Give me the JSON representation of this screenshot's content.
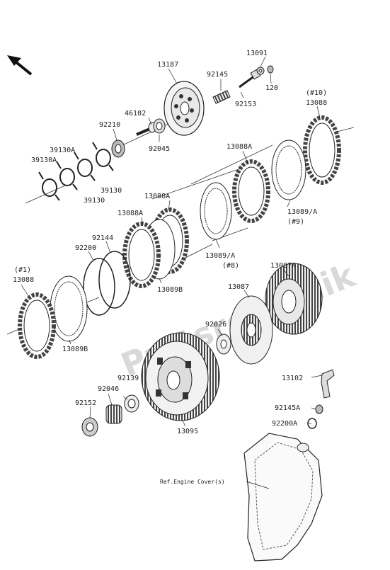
{
  "watermark": "Partsrepublik",
  "labels": {
    "p13187": "13187",
    "p13091": "13091",
    "p120": "120",
    "p92145": "92145",
    "p92153": "92153",
    "p46102": "46102",
    "p92210": "92210",
    "p92045": "92045",
    "p39130A_a": "39130A",
    "p39130A_b": "39130A",
    "p39130_a": "39130",
    "p39130_b": "39130",
    "p13088_top_note": "(#10)",
    "p13088_top": "13088",
    "p13088A_top": "13088A",
    "p13089A_top": "13089/A",
    "p13089A_top_note": "(#9)",
    "p13088A_mid": "13088A",
    "p13088A_left": "13088A",
    "p92144": "92144",
    "p92200": "92200",
    "p13089A_mid": "13089/A",
    "p13089A_mid_note": "(#8)",
    "p13089B_mid": "13089B",
    "p13087A": "13087A",
    "p13087": "13087",
    "p13088_left_note": "(#1)",
    "p13088_left": "13088",
    "p13089B_left": "13089B",
    "p92026": "92026",
    "p92139": "92139",
    "p92046": "92046",
    "p92152": "92152",
    "p13095": "13095",
    "p13102": "13102",
    "p92145A": "92145A",
    "p92200A": "92200A",
    "ref_engine_cover": "Ref.Engine Cover(s)"
  },
  "colors": {
    "line": "#222222",
    "friction": "#555555",
    "steel": "#e8e8e8",
    "part_fill": "#f2f2f2",
    "dark": "#333333"
  }
}
